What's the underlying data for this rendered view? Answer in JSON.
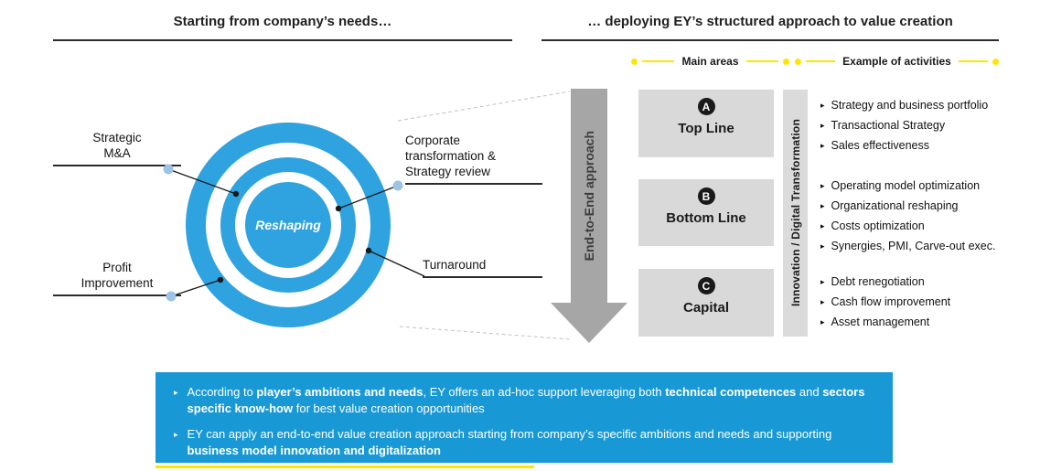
{
  "colors": {
    "accent_blue": "#1899D6",
    "target_blue": "#2EA3E0",
    "light_blue": "#9DC3E6",
    "box_gray": "#D9D9D9",
    "arrow_gray": "#A6A6A6",
    "ey_yellow": "#FFE600",
    "text_dark": "#1A1A1A"
  },
  "header": {
    "left_title": "Starting from company’s needs…",
    "right_title": "… deploying EY’s structured approach to value creation"
  },
  "legend": {
    "main_areas_label": "Main areas",
    "activities_label": "Example of activities"
  },
  "target": {
    "center_label": "Reshaping",
    "satellites": {
      "strategic_ma": "Strategic M&A",
      "corporate_transformation": "Corporate transformation & Strategy review",
      "profit_improvement": "Profit Improvement",
      "turnaround": "Turnaround"
    }
  },
  "arrow_label": "End-to-End approach",
  "innovation_bar_label": "Innovation / Digital Transformation",
  "areas": [
    {
      "badge": "A",
      "title": "Top Line",
      "activities": [
        "Strategy and business portfolio",
        "Transactional Strategy",
        "Sales effectiveness"
      ]
    },
    {
      "badge": "B",
      "title": "Bottom Line",
      "activities": [
        "Operating model optimization",
        "Organizational reshaping",
        "Costs optimization",
        "Synergies, PMI, Carve-out exec."
      ]
    },
    {
      "badge": "C",
      "title": "Capital",
      "activities": [
        "Debt renegotiation",
        "Cash flow improvement",
        "Asset management"
      ]
    }
  ],
  "footer": {
    "bullets": [
      [
        {
          "text": "According to ",
          "bold": false
        },
        {
          "text": "player’s ambitions and needs",
          "bold": true
        },
        {
          "text": ", EY offers an ad-hoc support leveraging both ",
          "bold": false
        },
        {
          "text": "technical competences",
          "bold": true
        },
        {
          "text": " and ",
          "bold": false
        },
        {
          "text": "sectors specific know-how",
          "bold": true
        },
        {
          "text": " for best value creation opportunities",
          "bold": false
        }
      ],
      [
        {
          "text": "EY can apply an end-to-end value creation approach starting from company’s specific ambitions and needs and supporting ",
          "bold": false
        },
        {
          "text": "business model innovation and digitalization",
          "bold": true
        }
      ]
    ]
  }
}
